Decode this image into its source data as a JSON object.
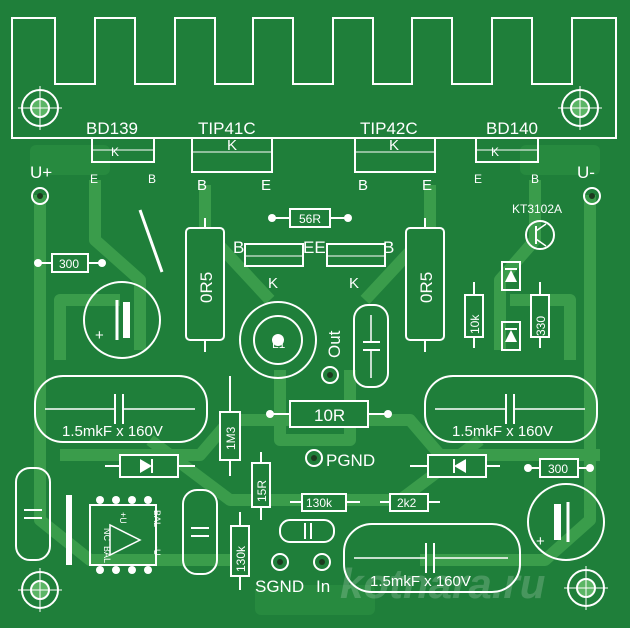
{
  "colors": {
    "board": "#1f7f3a",
    "board_dark": "#17682e",
    "trace": "#3fa24f",
    "trace_light": "#5bb565",
    "silk": "#ffffff",
    "pad_ring": "#ffffff",
    "pad_hole": "#1c3a1f"
  },
  "components": {
    "q1": "BD139",
    "q2": "TIP41C",
    "q3": "TIP42C",
    "q4": "BD140",
    "q5": "KT3102A",
    "pin_k": "K",
    "pin_e": "E",
    "pin_b": "B",
    "pin_ee": "EE",
    "r_56r": "56R",
    "r_300": "300",
    "r_0r5": "0R5",
    "r_10k": "10k",
    "r_330": "330",
    "r_10r": "10R",
    "r_1m3": "1M3",
    "r_15r": "15R",
    "r_130k": "130k",
    "r_2k2": "2k2",
    "cap_big": "1.5mkF x 160V",
    "coil": "L1"
  },
  "terminals": {
    "u_plus": "U+",
    "u_minus": "U-",
    "out": "Out",
    "pgnd": "PGND",
    "sgnd": "SGND",
    "in": "In"
  },
  "opamp": {
    "nc": "NC",
    "plus_u": "+U",
    "bal_top": "BAL",
    "bal_bot": "BAL",
    "minus_u": "-U"
  },
  "watermark": "kotnara.ru"
}
